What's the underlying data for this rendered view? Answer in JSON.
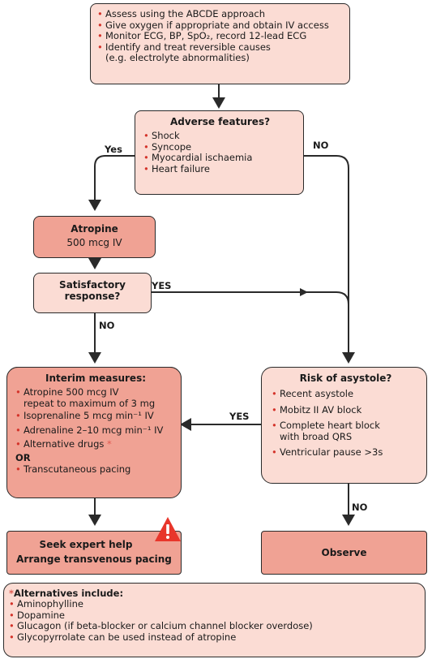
{
  "assessment": {
    "items": [
      "Assess using the ABCDE approach",
      "Give oxygen if appropriate and obtain IV access",
      "Monitor ECG, BP, SpO₂, record 12-lead ECG",
      "Identify and treat reversible causes",
      "(e.g. electrolyte abnormalities)"
    ]
  },
  "adverse": {
    "title": "Adverse features?",
    "items": [
      "Shock",
      "Syncope",
      "Myocardial ischaemia",
      "Heart failure"
    ]
  },
  "labels": {
    "yes1": "Yes",
    "no1": "NO",
    "yes2": "YES",
    "no2": "NO",
    "yes3": "YES",
    "no3": "NO"
  },
  "atropine": {
    "title": "Atropine",
    "dose": "500 mcg IV"
  },
  "satisfactory": {
    "line1": "Satisfactory",
    "line2": "response?"
  },
  "interim": {
    "title": "Interim measures:",
    "items": [
      "Atropine 500 mcg IV",
      "repeat to maximum of 3 mg",
      "Isoprenaline 5 mcg min⁻¹ IV",
      "Adrenaline 2–10 mcg min⁻¹ IV",
      "Alternative drugs *"
    ],
    "or_label": "OR",
    "pacing": "Transcutaneous pacing"
  },
  "risk": {
    "title": "Risk of asystole?",
    "items": [
      "Recent asystole",
      "Mobitz II AV block",
      "Complete heart block",
      "with broad QRS",
      "Ventricular pause >3s"
    ]
  },
  "expert": {
    "line1": "Seek expert help",
    "line2": "Arrange transvenous pacing",
    "warning_icon": "warning-triangle-icon",
    "warning_color": "#e8362b"
  },
  "observe": {
    "label": "Observe"
  },
  "alternatives": {
    "title": "*Alternatives include:",
    "items": [
      "Aminophylline",
      "Dopamine",
      "Glucagon (if beta-blocker or calcium channel blocker overdose)",
      "Glycopyrrolate can be used instead of atropine"
    ]
  },
  "colors": {
    "light_fill": "#fbdcd4",
    "dark_fill": "#f0a294",
    "bullet": "#d4332a",
    "line": "#2a2a2a"
  }
}
